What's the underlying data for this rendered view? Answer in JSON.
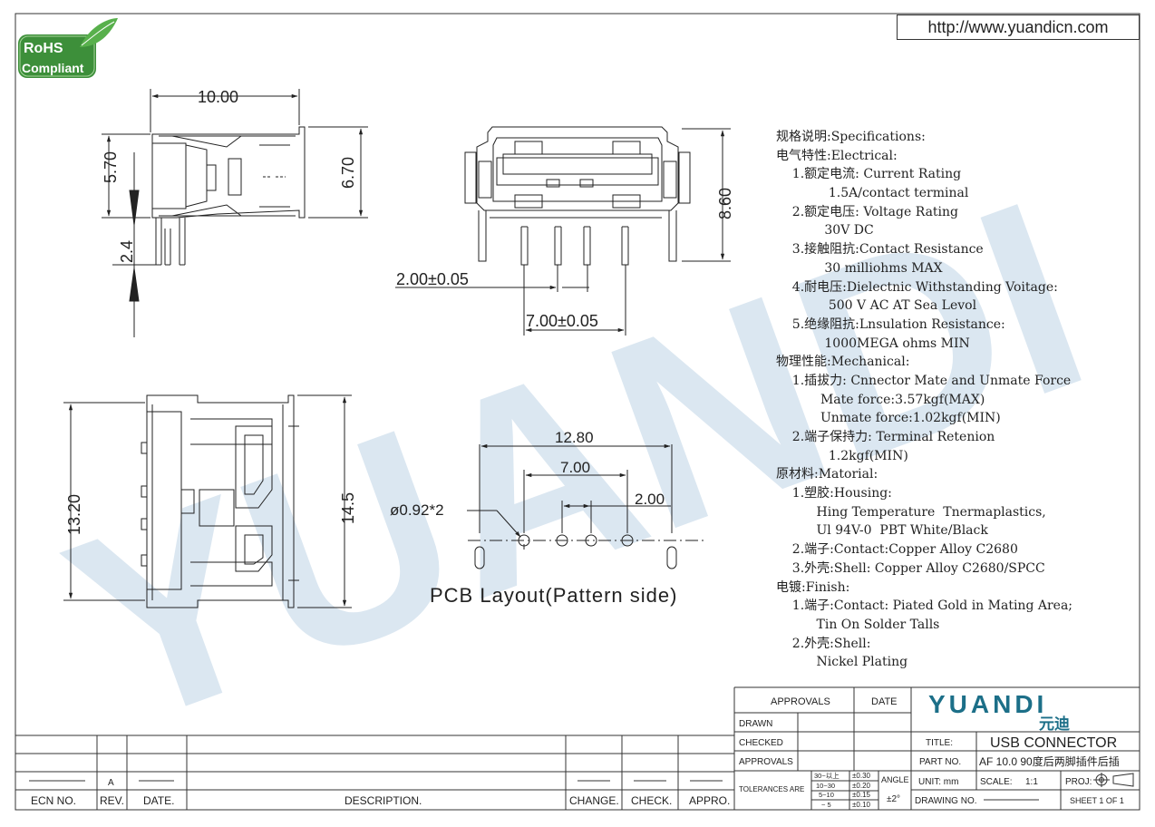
{
  "url": "http://www.yuandicn.com",
  "rohs": {
    "line1": "RoHS",
    "line2": "Compliant"
  },
  "watermark": "YUANDI",
  "dimensions": {
    "side_width": "10.00",
    "side_h1": "5.70",
    "side_h2": "6.70",
    "side_pin": "2.4",
    "front_height": "8.60",
    "front_pitch": "2.00±0.05",
    "front_span": "7.00±0.05",
    "top_h1": "13.20",
    "top_h2": "14.5",
    "pcb_w": "12.80",
    "pcb_span": "7.00",
    "pcb_pitch": "2.00",
    "pcb_hole": "ø0.92*2",
    "pcb_caption": "PCB Layout(Pattern side)"
  },
  "specs": [
    "规格说明:Specifications:",
    "电气特性:Electrical:",
    "    1.额定电流: Current Rating",
    "             1.5A/contact terminal",
    "    2.额定电压: Voltage Rating",
    "            30V DC",
    "    3.接触阻抗:Contact Resistance",
    "            30 milliohms MAX",
    "    4.耐电压:Dielectnic Withstanding Voitage:",
    "             500 V AC AT Sea Levol",
    "    5.绝缘阻抗:Lnsulation Resistance:",
    "            1000MEGA ohms MIN",
    "物理性能:Mechanical:",
    "    1.插拔力: Cnnector Mate and Unmate Force",
    "           Mate force:3.57kgf(MAX)",
    "           Unmate force:1.02kgf(MIN)",
    "    2.端子保持力: Terminal Retenion",
    "             1.2kgf(MIN)",
    "原材料:Matorial:",
    "    1.塑胶:Housing:",
    "          Hing Temperature  Tnermaplastics,",
    "          Ul 94V-0  PBT White/Black",
    "    2.端子:Contact:Copper Alloy C2680",
    "    3.外壳:Shell: Copper Alloy C2680/SPCC",
    "电镀:Finish:",
    "    1.端子:Contact: Piated Gold in Mating Area;",
    "          Tin On Solder Talls",
    "    2.外壳:Shell:",
    "          Nickel Plating"
  ],
  "title_block": {
    "approvals": "APPROVALS",
    "date": "DATE",
    "drawn": "DRAWN",
    "checked": "CHECKED",
    "approvals2": "APPROVALS",
    "tolerances": "TOLERANCES  ARE",
    "tol_rows": [
      [
        "30~以上",
        "±0.30"
      ],
      [
        "10~30",
        "±0.20"
      ],
      [
        "5~10",
        "±0.15"
      ],
      [
        "~ 5",
        "±0.10"
      ]
    ],
    "angle": "ANGLE",
    "angle_val": "±2°",
    "brand": "YUANDI",
    "brand_cn": "元迪",
    "title_label": "TITLE:",
    "title": "USB CONNECTOR",
    "part_label": "PART  NO.",
    "part_no": "AF 10.0 90度后两脚插件后插",
    "unit": "UNIT:  mm",
    "scale_label": "SCALE:",
    "scale": "1:1",
    "proj": "PROJ:",
    "drawing_no": "DRAWING  NO.",
    "sheet": "SHEET   1  OF  1"
  },
  "revision": {
    "headers": [
      "ECN  NO.",
      "REV.",
      "DATE.",
      "DESCRIPTION.",
      "CHANGE.",
      "CHECK.",
      "APPRO."
    ],
    "rev": "A"
  },
  "colors": {
    "watermark": "#dbe7f1",
    "brand": "#1c6f88",
    "line": "#333333",
    "rohs": "#3d8f3a"
  }
}
